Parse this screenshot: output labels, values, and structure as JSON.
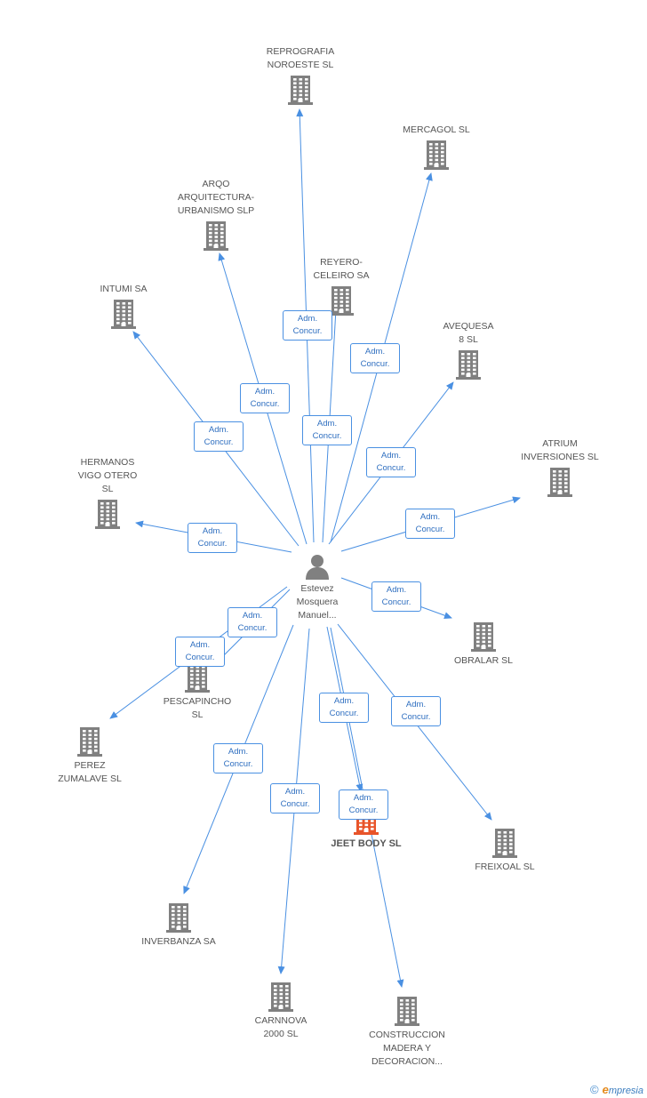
{
  "graph": {
    "center": {
      "id": "person",
      "label": "Estevez\nMosquera\nManuel..."
    },
    "edge_label": {
      "line1": "Adm.",
      "line2": "Concur."
    },
    "companies": [
      {
        "id": "reprografia",
        "label": "REPROGRAFIA\nNOROESTE SL"
      },
      {
        "id": "mercagol",
        "label": "MERCAGOL SL"
      },
      {
        "id": "arqo",
        "label": "ARQO\nARQUITECTURA-\nURBANISMO SLP"
      },
      {
        "id": "reyero",
        "label": "REYERO-\nCELEIRO SA"
      },
      {
        "id": "intumi",
        "label": "INTUMI SA"
      },
      {
        "id": "avequesa",
        "label": "AVEQUESA\n8 SL"
      },
      {
        "id": "atrium",
        "label": "ATRIUM\nINVERSIONES SL"
      },
      {
        "id": "hermanos",
        "label": "HERMANOS\nVIGO OTERO\nSL"
      },
      {
        "id": "obralar",
        "label": "OBRALAR SL"
      },
      {
        "id": "pescapincho",
        "label": "PESCAPINCHO\nSL"
      },
      {
        "id": "perez",
        "label": "PEREZ\nZUMALAVE SL"
      },
      {
        "id": "jeet",
        "label": "JEET BODY SL",
        "highlight": true
      },
      {
        "id": "freixoal",
        "label": "FREIXOAL SL"
      },
      {
        "id": "inverbanza",
        "label": "INVERBANZA SA"
      },
      {
        "id": "carnnova",
        "label": "CARNNOVA\n2000 SL"
      },
      {
        "id": "construccion",
        "label": "CONSTRUCCION\nMADERA Y\nDECORACION..."
      }
    ]
  },
  "colors": {
    "edge": "#4a90e2",
    "building": "#808080",
    "highlight_building": "#e8542a",
    "person": "#808080"
  },
  "icons": {
    "company": "building-icon",
    "person": "person-icon"
  },
  "watermark": {
    "copyright": "©",
    "brand_initial": "e",
    "brand_rest": "mpresia"
  }
}
